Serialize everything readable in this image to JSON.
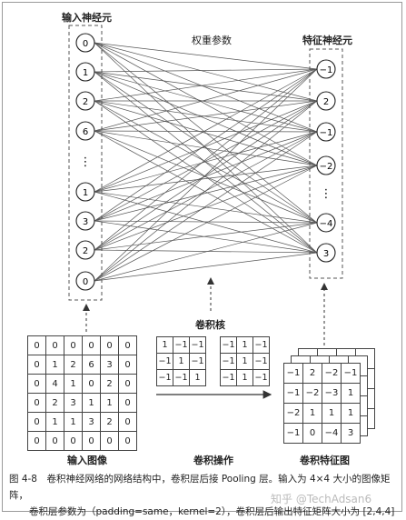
{
  "labels": {
    "input_neurons": "输入神经元",
    "weight_params": "权重参数",
    "feature_neurons": "特征神经元",
    "kernel": "卷积核",
    "input_image": "输入图像",
    "conv_operation": "卷积操作",
    "conv_feature_map": "卷积特征图"
  },
  "input_neurons": [
    "0",
    "1",
    "2",
    "6",
    "⋮",
    "1",
    "3",
    "2",
    "0"
  ],
  "feature_neurons": [
    "−1",
    "2",
    "−1",
    "−2",
    "⋮",
    "−4",
    "3"
  ],
  "input_image": [
    [
      "0",
      "0",
      "0",
      "0",
      "0",
      "0"
    ],
    [
      "0",
      "1",
      "2",
      "6",
      "3",
      "0"
    ],
    [
      "0",
      "4",
      "1",
      "0",
      "2",
      "0"
    ],
    [
      "0",
      "2",
      "3",
      "1",
      "1",
      "0"
    ],
    [
      "0",
      "1",
      "1",
      "3",
      "2",
      "0"
    ],
    [
      "0",
      "0",
      "0",
      "0",
      "0",
      "0"
    ]
  ],
  "kernels": [
    [
      [
        "1",
        "−1",
        "−1"
      ],
      [
        "−1",
        "1",
        "−1"
      ],
      [
        "−1",
        "−1",
        "1"
      ]
    ],
    [
      [
        "−1",
        "1",
        "−1"
      ],
      [
        "−1",
        "1",
        "−1"
      ],
      [
        "−1",
        "1",
        "−1"
      ]
    ]
  ],
  "feature_map": [
    [
      "−1",
      "2",
      "−2",
      "−1"
    ],
    [
      "−1",
      "−2",
      "−3",
      "1"
    ],
    [
      "−2",
      "1",
      "1",
      "1"
    ],
    [
      "−1",
      "0",
      "−4",
      "3"
    ]
  ],
  "caption": {
    "line1": "图 4-8　卷积神经网络的网络结构中，卷积层后接 Pooling 层。输入为 4×4 大小的图像矩阵，",
    "line2": "卷积层参数为（padding=same，kernel=2），卷积层后输出特征矩阵大小为 [2,4,4]"
  },
  "watermark": "知乎 @TechAdsan6"
}
